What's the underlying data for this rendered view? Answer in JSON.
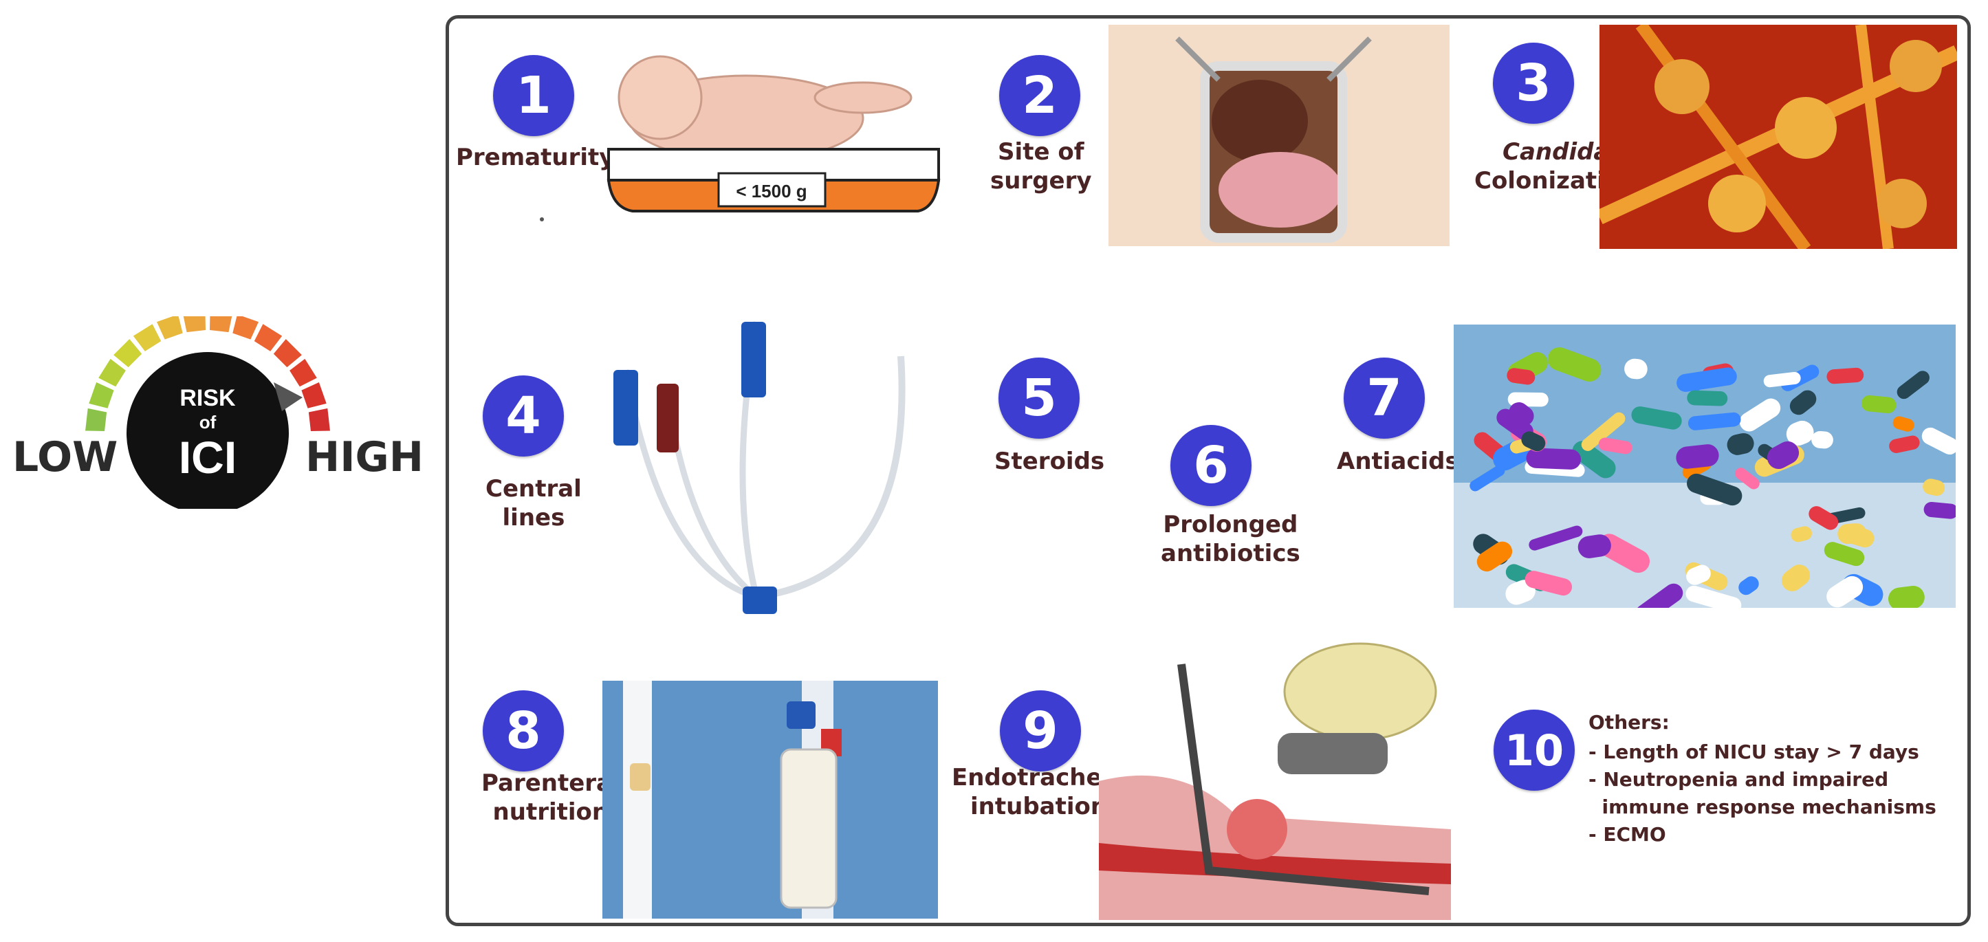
{
  "gauge": {
    "low_label": "LOW",
    "high_label": "HIGH",
    "center_line1": "RISK",
    "center_line2": "of",
    "center_line3": "ICI"
  },
  "factors": [
    {
      "number": "1",
      "label": "Prematurity",
      "scale_text": "< 1500 g"
    },
    {
      "number": "2",
      "label_line1": "Site of",
      "label_line2": "surgery"
    },
    {
      "number": "3",
      "label_line1": "Candida",
      "label_line2": "Colonization"
    },
    {
      "number": "4",
      "label_line1": "Central",
      "label_line2": "lines"
    },
    {
      "number": "5",
      "label": "Steroids"
    },
    {
      "number": "6",
      "label_line1": "Prolonged",
      "label_line2": "antibiotics"
    },
    {
      "number": "7",
      "label": "Antiacids"
    },
    {
      "number": "8",
      "label_line1": "Parenteral",
      "label_line2": "nutrition"
    },
    {
      "number": "9",
      "label_line1": "Endotracheal",
      "label_line2": "intubation"
    },
    {
      "number": "10"
    }
  ],
  "others": {
    "title": "Others:",
    "items": [
      "- Length of NICU stay > 7 days",
      "- Neutropenia and impaired",
      "  immune response mechanisms",
      "- ECMO"
    ]
  },
  "colors": {
    "badge": "#3d3dd1",
    "label": "#4a2424",
    "gauge_low": "#8bc34a",
    "gauge_high": "#d32f2f"
  }
}
